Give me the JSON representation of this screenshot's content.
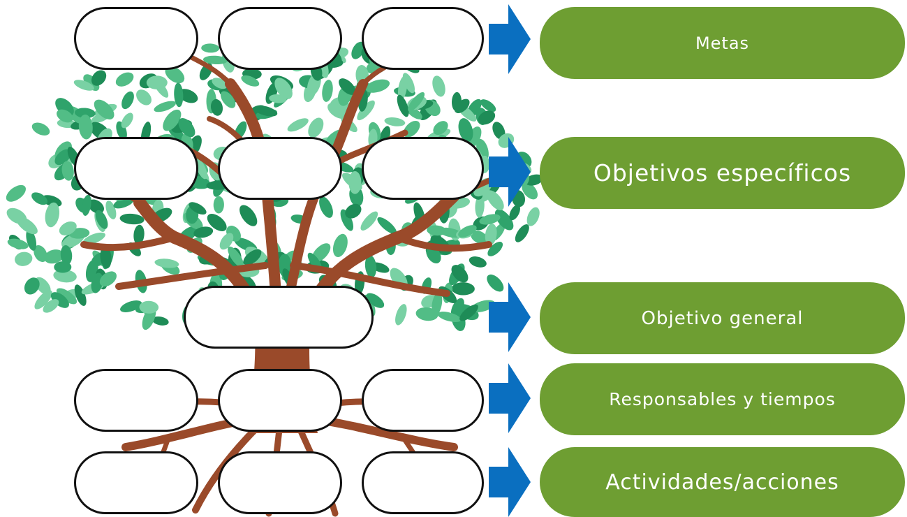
{
  "diagram": {
    "labels": {
      "metas": "Metas",
      "objetivos_especificos": "Objetivos específicos",
      "objetivo_general": "Objetivo general",
      "responsables": "Responsables y tiempos",
      "actividades": "Actividades/acciones"
    },
    "colors": {
      "label_fill": "#6e9e32",
      "arrow": "#0a6fc0",
      "trunk": "#9a4a2a",
      "leaf_dark": "#1e8c57",
      "leaf_light": "#79d1a4"
    },
    "blank_boxes": 13
  }
}
